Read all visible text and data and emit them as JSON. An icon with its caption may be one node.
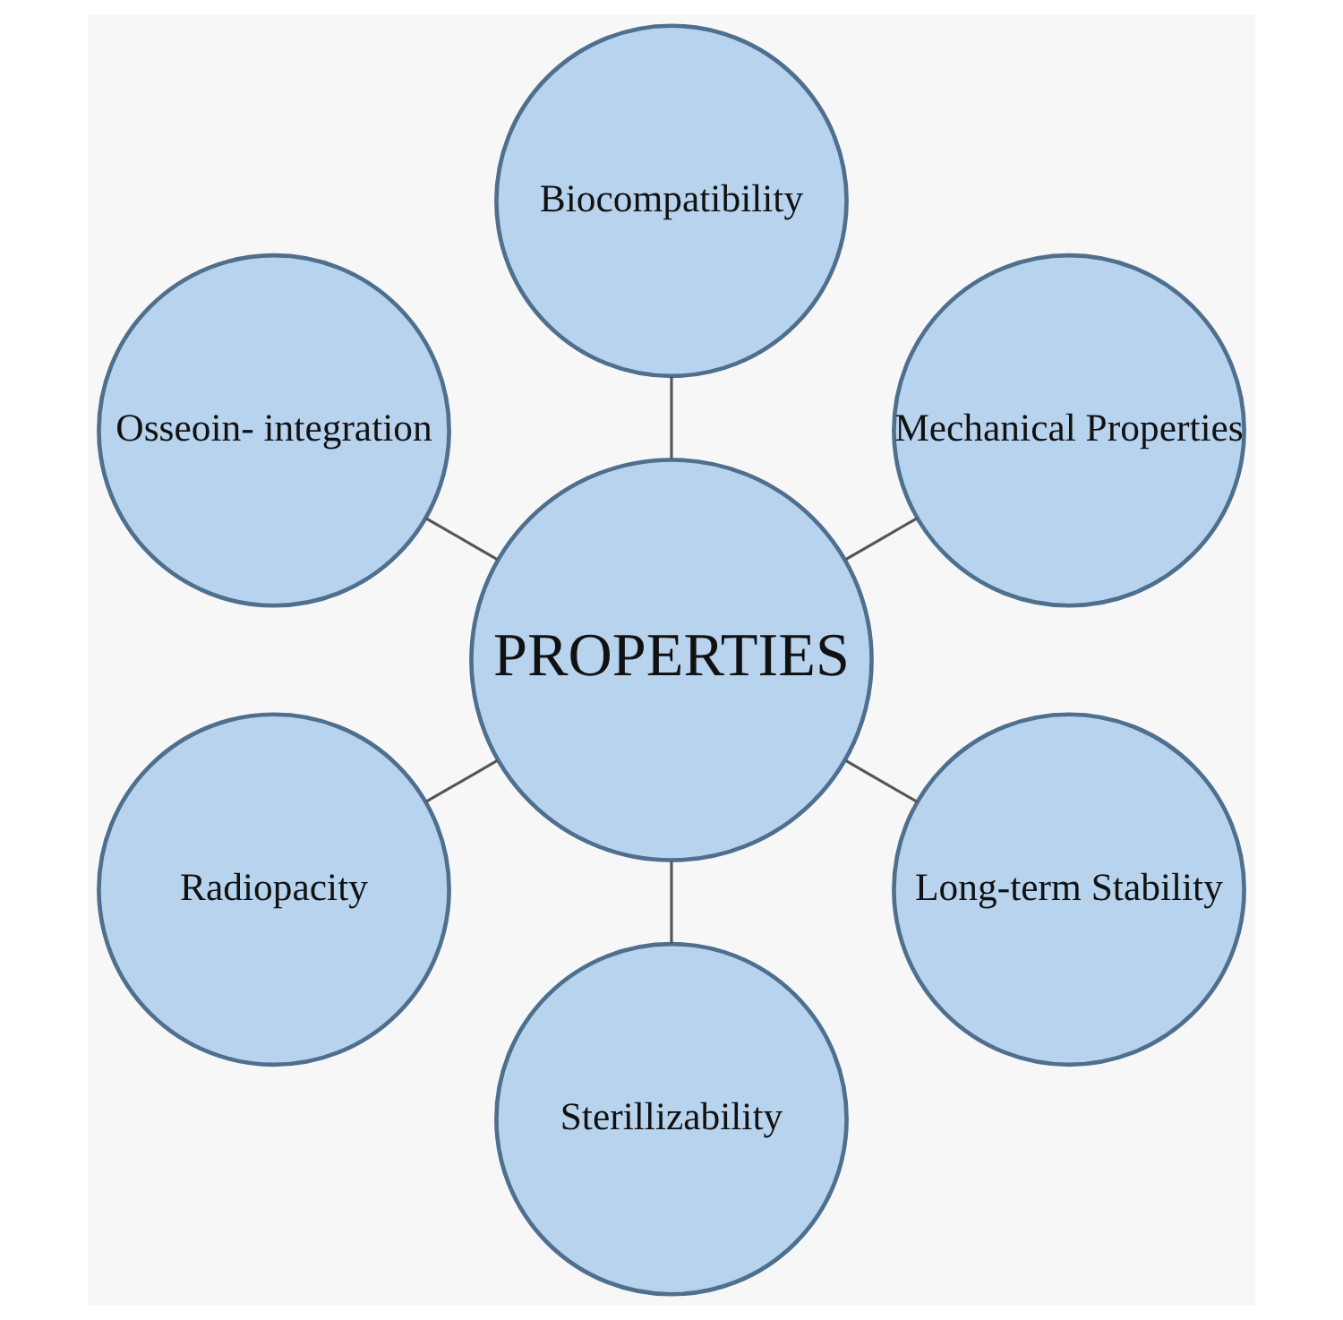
{
  "diagram": {
    "nodes": [
      {
        "text": [
          "Mechanical Properties"
        ]
      },
      {
        "text": [
          "Biocompatibility"
        ]
      },
      {
        "text": [
          "Osseoin- integration"
        ]
      },
      {
        "text": [
          "PROPERTIES"
        ]
      },
      {
        "text": [
          "Radiopacity"
        ]
      },
      {
        "text": [
          "Sterillizability"
        ]
      },
      {
        "text": [
          "Long-term Stability"
        ]
      }
    ],
    "edges": [
      {
        "from": 3,
        "to": 0,
        "arrow": "none"
      },
      {
        "from": 3,
        "to": 2,
        "arrow": "none"
      },
      {
        "from": 3,
        "to": 5,
        "arrow": "none"
      },
      {
        "from": 3,
        "to": 6,
        "arrow": "none"
      },
      {
        "from": 3,
        "to": 4,
        "arrow": "none"
      },
      {
        "from": 3,
        "to": 1,
        "arrow": "none"
      }
    ]
  }
}
